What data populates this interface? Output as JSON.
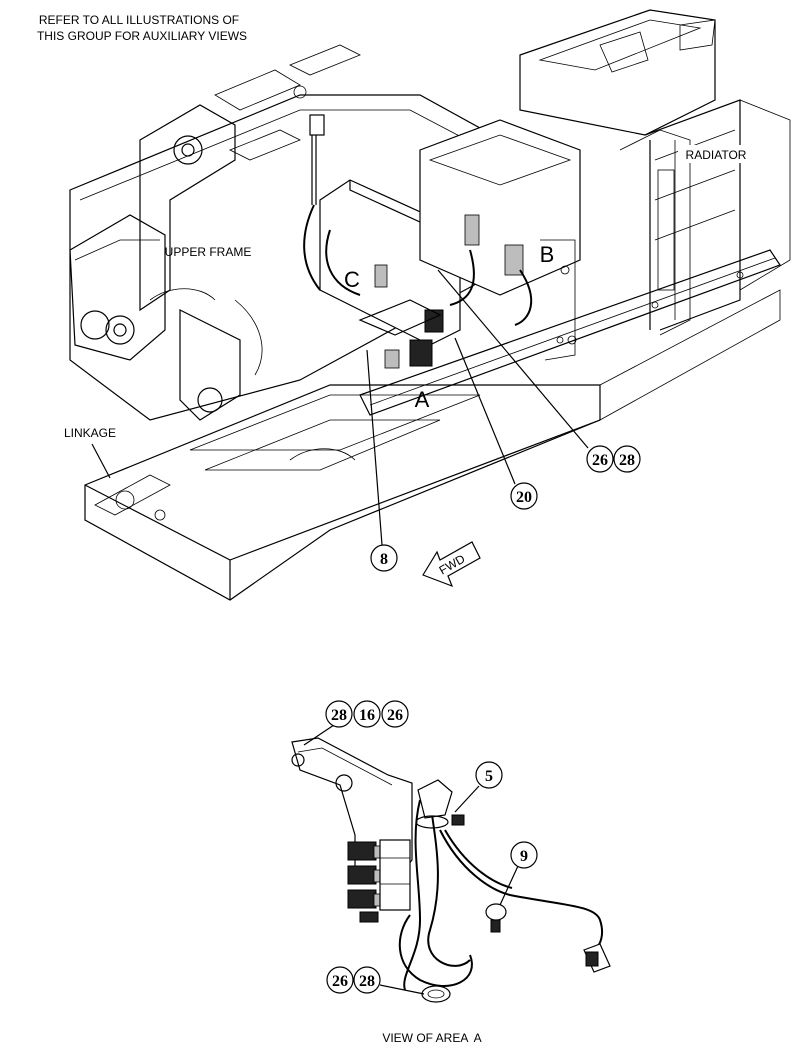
{
  "header_note": {
    "line1": "REFER TO ALL ILLUSTRATIONS OF",
    "line2": "THIS GROUP FOR AUXILIARY VIEWS"
  },
  "labels": {
    "upper_frame": "UPPER FRAME",
    "radiator": "RADIATOR",
    "linkage": "LINKAGE",
    "fwd": "FWD",
    "view_caption": "VIEW OF AREA  A"
  },
  "area_letters": {
    "a": "A",
    "b": "B",
    "c": "C"
  },
  "callouts_top": {
    "c26": "26",
    "c28": "28",
    "c20": "20",
    "c8": "8"
  },
  "callouts_bottom": {
    "c28": "28",
    "c16": "16",
    "c26": "26",
    "c5": "5",
    "c9": "9",
    "c26b": "26",
    "c28b": "28"
  }
}
